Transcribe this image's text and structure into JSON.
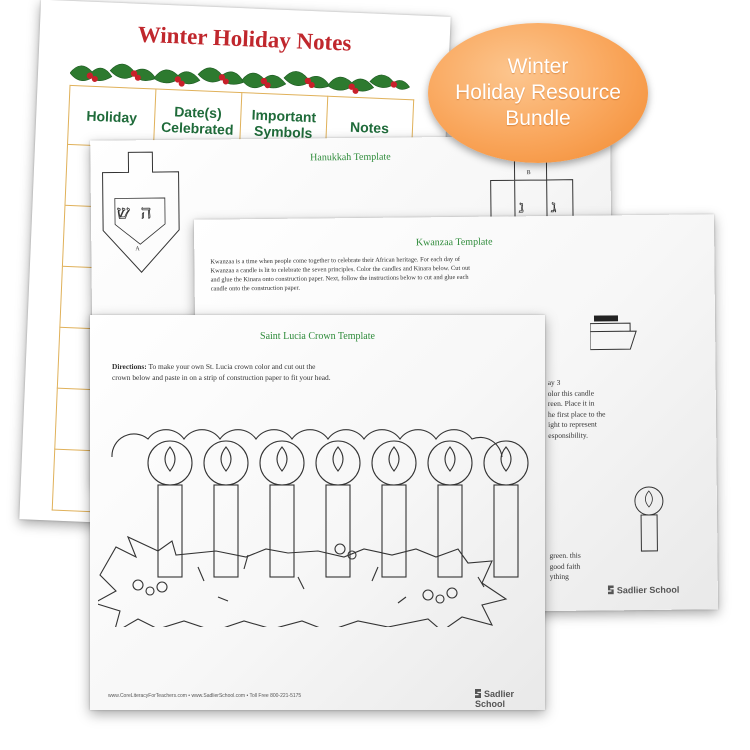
{
  "notes_sheet": {
    "title": "Winter Holiday Notes",
    "columns": [
      "Holiday",
      "Date(s)\nCelebrated",
      "Important\nSymbols",
      "Notes"
    ]
  },
  "hanukkah_sheet": {
    "title": "Hanukkah Template",
    "letters": [
      "ה",
      "ש",
      "נ",
      "ג"
    ],
    "markers": [
      "A",
      "B"
    ]
  },
  "kwanzaa_sheet": {
    "title": "Kwanzaa Template",
    "body": "Kwanzaa is a time when people come together to celebrate their African heritage. For each day of Kwanzaa a candle is lit to celebrate the seven principles. Color the candles and Kinara below. Cut out and glue the Kinara onto construction paper. Next, follow the instructions below to cut and glue each candle onto the construction paper.",
    "day_text": [
      "ay 3",
      "olor this candle",
      "reen. Place it in",
      "he first place to the",
      "ight to represent",
      "esponsibility."
    ],
    "bottom_text": [
      "green. this",
      "good faith",
      "ything"
    ],
    "logo": "Sadlier School"
  },
  "lucia_sheet": {
    "title": "Saint Lucia Crown Template",
    "directions_label": "Directions:",
    "directions_text": " To make your own St. Lucia crown color and cut out the crown below and paste in on a strip of construction paper to fit your head.",
    "footer_urls": "www.CoreLiteracyForTeachers.com  •  www.SadlierSchool.com  •  Toll Free 800-221-5175",
    "logo": "Sadlier School"
  },
  "badge": {
    "lines": [
      "Winter",
      "Holiday Resource",
      "Bundle"
    ],
    "color": "#f9a55a"
  },
  "colors": {
    "title_red": "#c0272d",
    "header_green": "#1f6b3a",
    "grid_gold": "#e0b15a",
    "template_title_green": "#2e8b3a"
  }
}
